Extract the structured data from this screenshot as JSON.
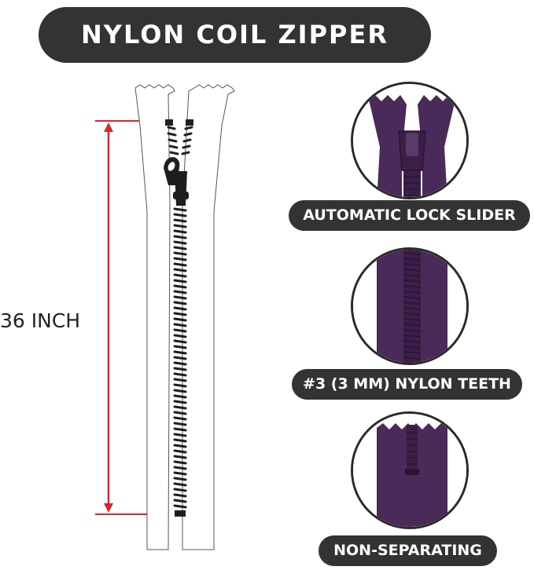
{
  "title": "NYLON COIL ZIPPER",
  "length_label": "36 INCH",
  "features": [
    {
      "label": "AUTOMATIC LOCK SLIDER",
      "icon": "slider-closeup"
    },
    {
      "label": "#3 (3 MM) NYLON TEETH",
      "icon": "teeth-closeup"
    },
    {
      "label": "NON-SEPARATING",
      "icon": "bottom-stop-closeup"
    }
  ],
  "colors": {
    "pill": "#333333",
    "zipper_purple": "#4a2a58",
    "measure_red": "#d8262c"
  }
}
